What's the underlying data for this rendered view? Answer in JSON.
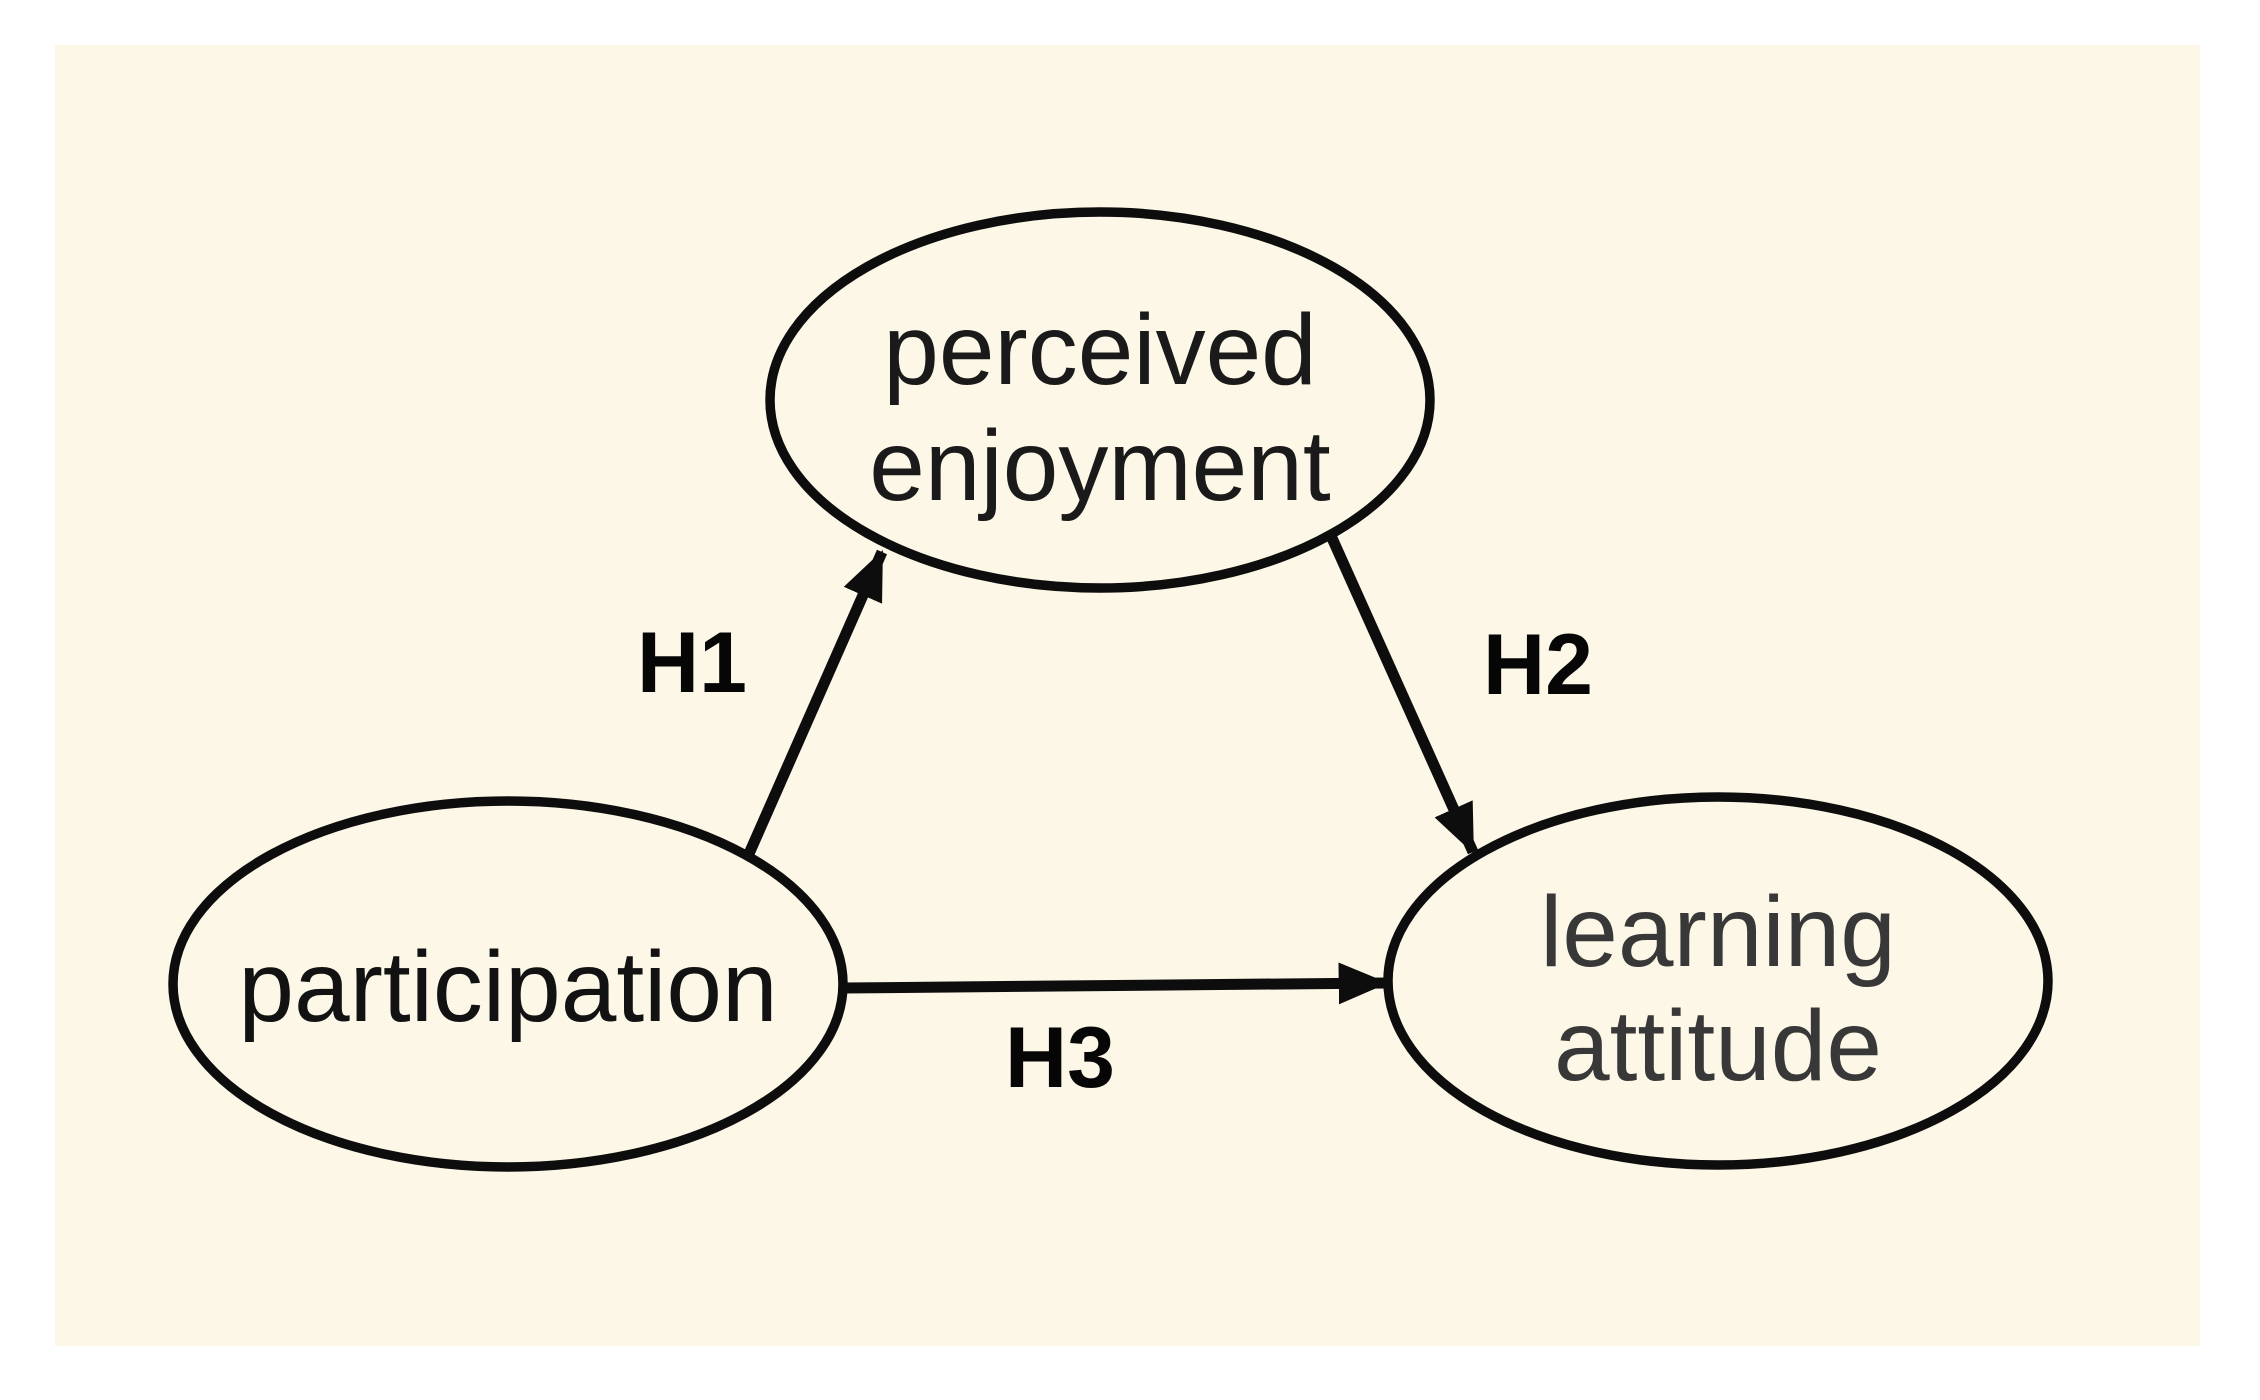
{
  "canvas": {
    "background_color": "#ffffff",
    "panel_color": "#fcf7e6",
    "line_color": "#0d0d0d"
  },
  "diagram": {
    "type": "hypothesis-path-model",
    "nodes": [
      {
        "id": "perceived-enjoyment",
        "shape": "ellipse",
        "lines": [
          "perceived",
          "enjoyment"
        ],
        "text_color": "#1a1a1a"
      },
      {
        "id": "participation",
        "shape": "ellipse",
        "lines": [
          "participation"
        ],
        "text_color": "#121212"
      },
      {
        "id": "learning-attitude",
        "shape": "ellipse",
        "lines": [
          "learning",
          "attitude"
        ],
        "text_color": "#383838"
      }
    ],
    "edges": [
      {
        "id": "H1",
        "label": "H1",
        "from": "participation",
        "to": "perceived-enjoyment"
      },
      {
        "id": "H2",
        "label": "H2",
        "from": "perceived-enjoyment",
        "to": "learning-attitude"
      },
      {
        "id": "H3",
        "label": "H3",
        "from": "participation",
        "to": "learning-attitude"
      }
    ]
  }
}
